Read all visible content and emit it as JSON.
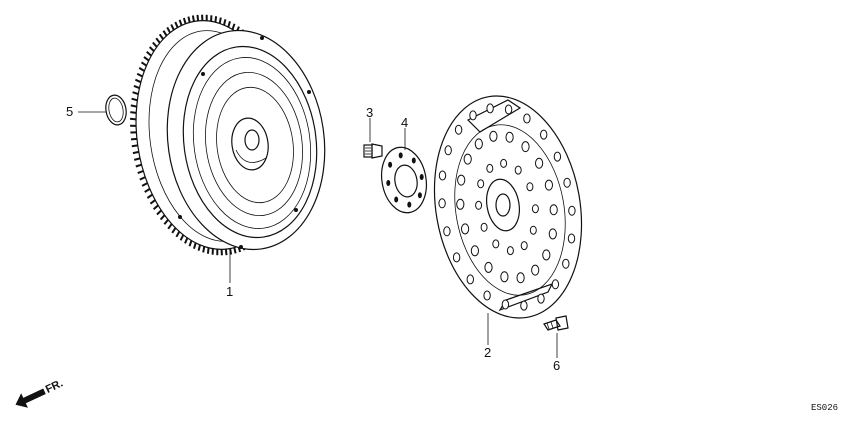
{
  "diagram": {
    "callouts": [
      {
        "id": "1",
        "label": "1",
        "part": "torque converter / flywheel with ring gear"
      },
      {
        "id": "2",
        "label": "2",
        "part": "drive plate"
      },
      {
        "id": "3",
        "label": "3",
        "part": "bolt"
      },
      {
        "id": "4",
        "label": "4",
        "part": "backing plate"
      },
      {
        "id": "5",
        "label": "5",
        "part": "o-ring"
      },
      {
        "id": "6",
        "label": "6",
        "part": "bolt"
      }
    ],
    "front_indicator": "FR.",
    "diagram_code": "ES026"
  }
}
